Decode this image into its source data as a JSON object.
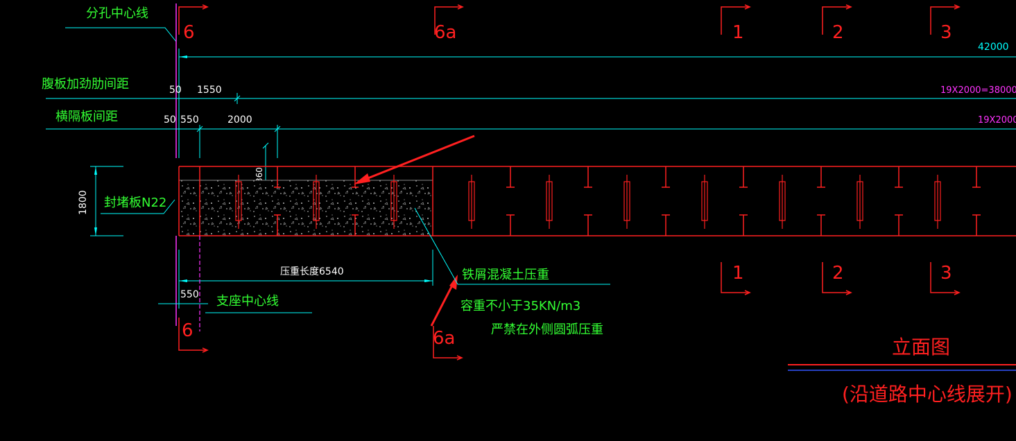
{
  "labels": {
    "hole_center": "分孔中心线",
    "web_stiffener_spacing": "腹板加劲肋间距",
    "diaphragm_spacing": "横隔板间距",
    "sealing_plate": "封堵板N22",
    "ballast_length": "压重长度6540",
    "support_center": "支座中心线",
    "iron_concrete": "铁屑混凝土压重",
    "unit_weight": "容重不小于35KN/m3",
    "forbid_note": "严禁在外侧圆弧压重",
    "title": "立面图",
    "subtitle": "(沿道路中心线展开)"
  },
  "dimensions": {
    "total": "42000",
    "d50a": "50",
    "d1550": "1550",
    "stiff_series": "19X2000=38000",
    "d50b": "50",
    "d550a": "550",
    "d2000": "2000",
    "diaph_series": "19X2000",
    "d360": "360",
    "d1800": "1800",
    "d550b": "550"
  },
  "sections": {
    "s6_top": "6",
    "s6a_top": "6a",
    "s1_top": "1",
    "s2_top": "2",
    "s3_top": "3",
    "s1_bot": "1",
    "s2_bot": "2",
    "s3_bot": "3",
    "s6_bot": "6",
    "s6a_bot": "6a"
  },
  "colors": {
    "background": "#000000",
    "text_green": "#33ff33",
    "dimension_cyan": "#00ffff",
    "structure_red": "#ff2020",
    "magenta": "#ff33ff",
    "title_blue": "#3355ff"
  }
}
